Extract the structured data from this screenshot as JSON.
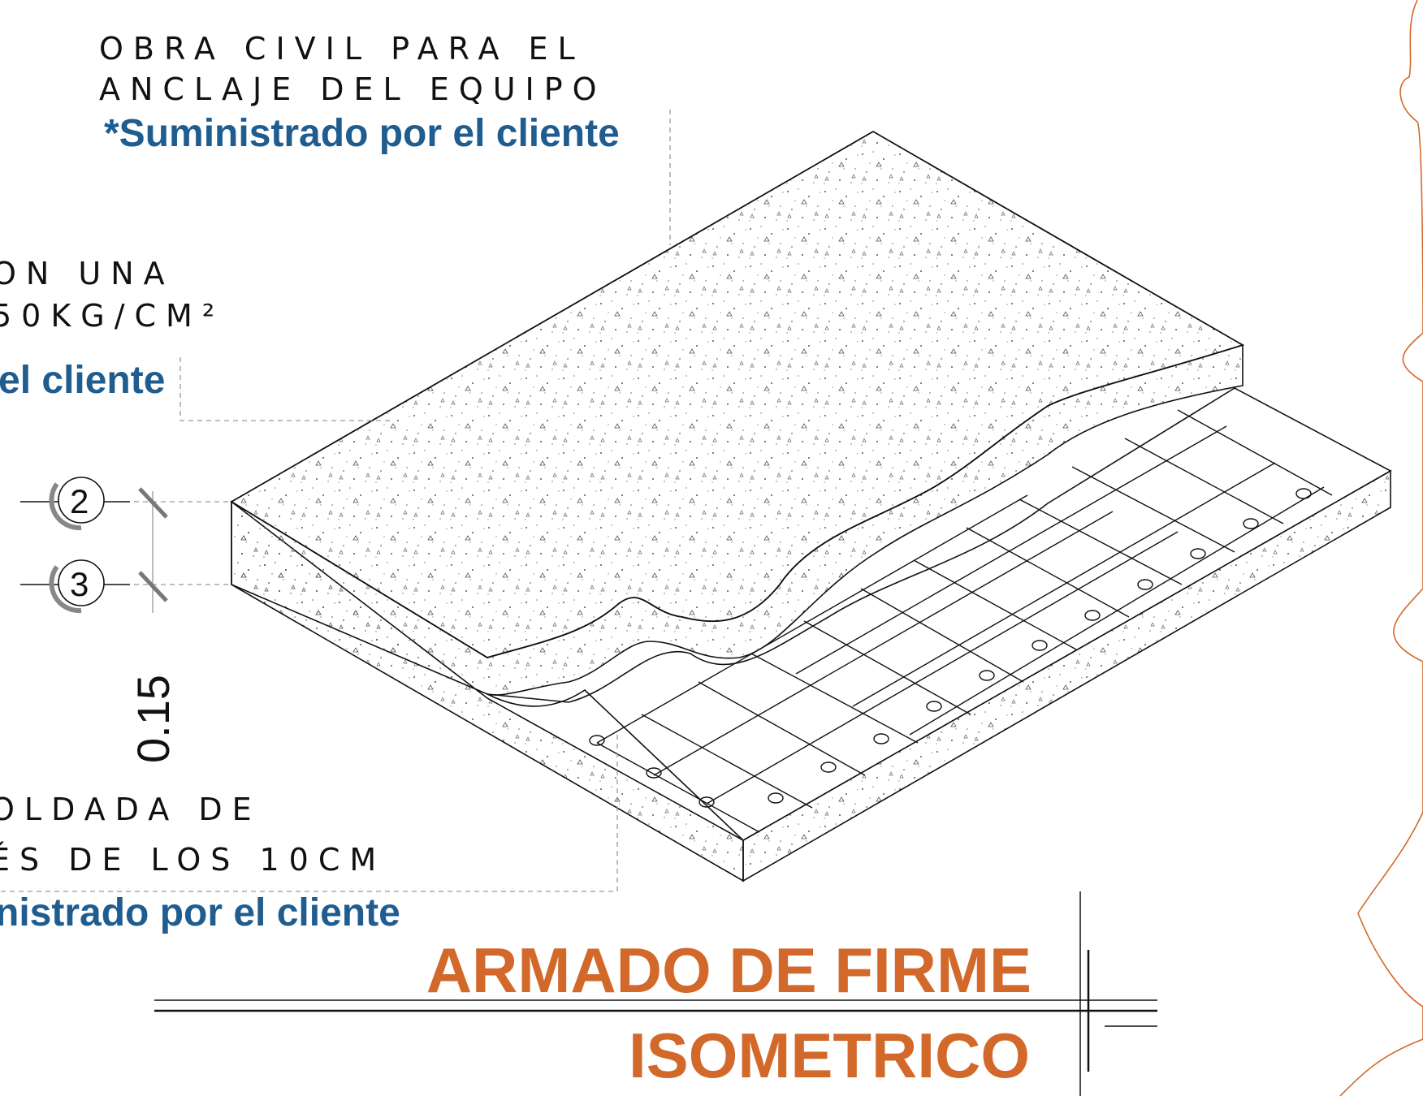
{
  "notes": {
    "top_line1": "OBRA CIVIL PARA EL",
    "top_line2": "ANCLAJE DEL EQUIPO",
    "top_supply": "*Suministrado por el cliente",
    "mid_line1": "ON UNA",
    "mid_line2": "50KG/CM²",
    "mid_supply": "el cliente",
    "bottom_line1": "OLDADA DE",
    "bottom_line2": "ÉS DE LOS 10CM",
    "bottom_supply": "nistrado por el cliente"
  },
  "markers": {
    "m2": "2",
    "m3": "3"
  },
  "dimension": {
    "thickness": "0.15"
  },
  "title_block": {
    "title": "ARMADO DE FIRME",
    "subtitle": "ISOMETRICO"
  },
  "colors": {
    "accent_orange": "#d2692a",
    "note_blue": "#1f5c8f",
    "line": "#111111"
  }
}
